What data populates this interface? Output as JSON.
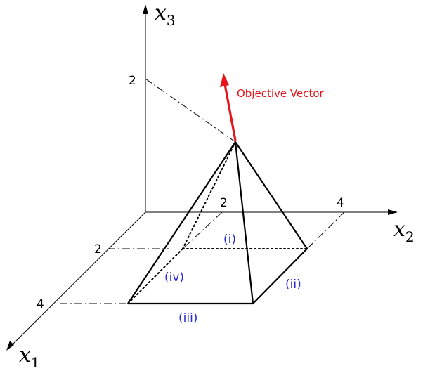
{
  "axes": {
    "x1": {
      "var": "x",
      "sub": "1"
    },
    "x2": {
      "var": "x",
      "sub": "2"
    },
    "x3": {
      "var": "x",
      "sub": "3"
    }
  },
  "ticks": {
    "x3_2": "2",
    "x2_2": "2",
    "x2_4": "4",
    "x1_2": "2",
    "x1_4": "4"
  },
  "faces": {
    "i": "(i)",
    "ii": "(ii)",
    "iii": "(iii)",
    "iv": "(iv)"
  },
  "objective_vector": {
    "label": "Objective Vector"
  },
  "colors": {
    "line": "#000000",
    "vector": "#e8141b",
    "face_label": "#2a2ad6"
  }
}
